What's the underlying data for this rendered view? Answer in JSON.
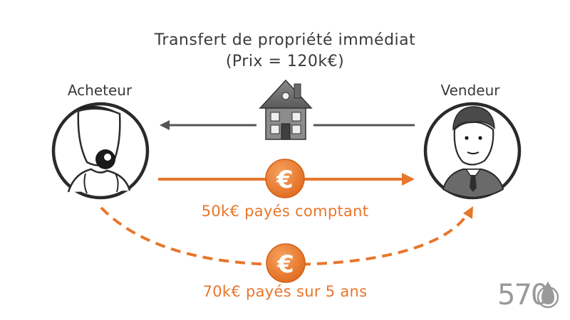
{
  "diagram": {
    "title": "Transfert de propriété immédiat",
    "subtitle": "(Prix = 120k€)",
    "buyer_label": "Acheteur",
    "seller_label": "Vendeur",
    "payment_now_label": "50k€ payés comptant",
    "payment_later_label": "70k€ payés sur 5 ans",
    "euro_symbol": "€",
    "brand_text": "570"
  },
  "colors": {
    "accent": "#e8762b",
    "text": "#3a3a3a",
    "arrow_gray": "#555555"
  },
  "icons": [
    "house-icon",
    "buyer-avatar",
    "seller-avatar",
    "euro-coin-icon",
    "brand-logo"
  ]
}
